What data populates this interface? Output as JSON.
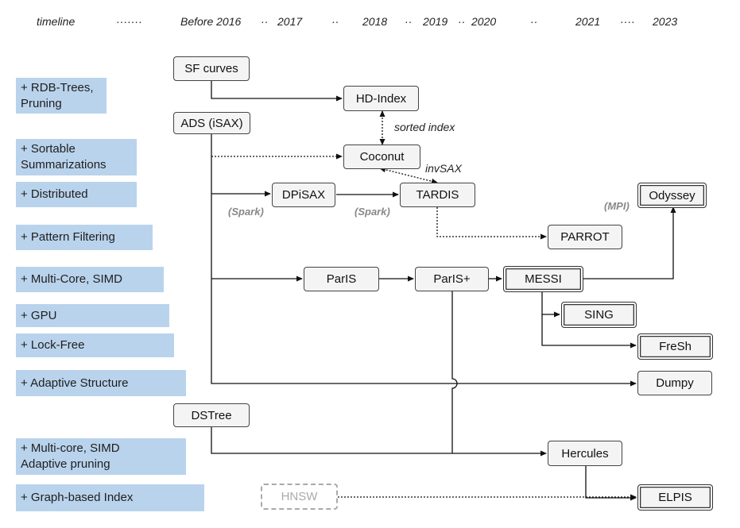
{
  "timeline": [
    "timeline",
    "·······",
    "Before 2016",
    "··",
    "2017",
    "··",
    "2018",
    "··",
    "2019",
    "··",
    "2020",
    "··",
    "2021",
    "····",
    "2023"
  ],
  "features": [
    "+ RDB-Trees, Pruning",
    "+ Sortable Summarizations",
    "+ Distributed",
    "+ Pattern Filtering",
    "+ Multi-Core, SIMD",
    "+ GPU",
    "+ Lock-Free",
    "+ Adaptive Structure",
    "+ Multi-core, SIMD Adaptive pruning",
    "+ Graph-based Index"
  ],
  "nodes": {
    "sf_curves": "SF curves",
    "hd_index": "HD-Index",
    "ads": "ADS (iSAX)",
    "coconut": "Coconut",
    "dpisax": "DPiSAX",
    "tardis": "TARDIS",
    "odyssey": "Odyssey",
    "parrot": "PARROT",
    "paris": "ParIS",
    "paris_plus": "ParIS+",
    "messi": "MESSI",
    "sing": "SING",
    "fresh": "FreSh",
    "dumpy": "Dumpy",
    "dstree": "DSTree",
    "hercules": "Hercules",
    "hnsw": "HNSW",
    "elpis": "ELPIS"
  },
  "edge_labels": {
    "sorted_index": "sorted index",
    "invsax": "invSAX",
    "spark1": "(Spark)",
    "spark2": "(Spark)",
    "mpi": "(MPI)"
  }
}
